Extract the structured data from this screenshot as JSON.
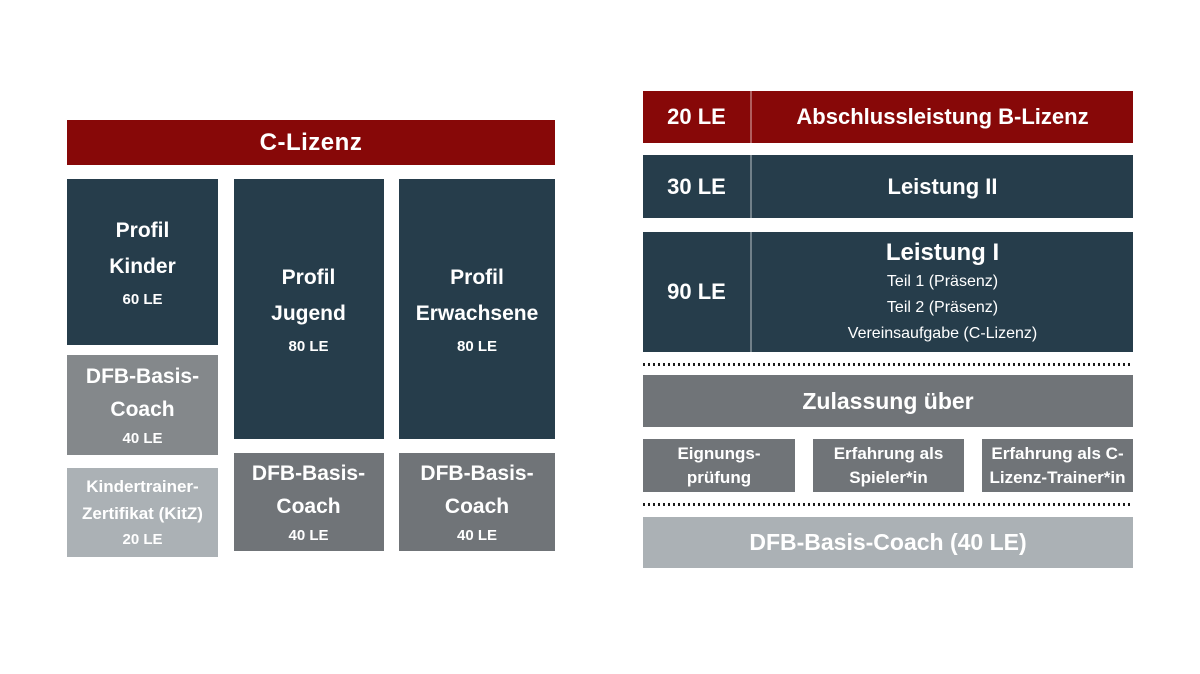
{
  "colors": {
    "red": "#870808",
    "slate": "#263D4B",
    "gray_dark": "#707478",
    "gray_medium": "#84888B",
    "gray_light": "#ABB1B5",
    "dotted": "#1A1A1A",
    "text": "#FFFFFF",
    "background": "#FFFFFF"
  },
  "left_panel": {
    "header": {
      "label": "C-Lizenz"
    },
    "columns": [
      {
        "profile": {
          "title_lines": [
            "Profil",
            "Kinder"
          ],
          "le": "60 LE"
        },
        "basis": {
          "lines": [
            "DFB-Basis-",
            "Coach"
          ],
          "le": "40 LE"
        },
        "certificate": {
          "lines": [
            "Kindertrainer-",
            "Zertifikat (KitZ)"
          ],
          "le": "20 LE"
        }
      },
      {
        "profile": {
          "title_lines": [
            "Profil",
            "Jugend"
          ],
          "le": "80 LE"
        },
        "basis": {
          "lines": [
            "DFB-Basis-",
            "Coach"
          ],
          "le": "40 LE"
        }
      },
      {
        "profile": {
          "title_lines": [
            "Profil",
            "Erwachsene"
          ],
          "le": "80 LE"
        },
        "basis": {
          "lines": [
            "DFB-Basis-",
            "Coach"
          ],
          "le": "40 LE"
        }
      }
    ]
  },
  "right_panel": {
    "rows": [
      {
        "le": "20 LE",
        "title": "Abschlussleistung B-Lizenz"
      },
      {
        "le": "30 LE",
        "title": "Leistung II"
      },
      {
        "le": "90 LE",
        "title": "Leistung I",
        "sub": [
          "Teil 1 (Präsenz)",
          "Teil 2 (Präsenz)",
          "Vereinsaufgabe (C-Lizenz)"
        ]
      }
    ],
    "admission": {
      "label": "Zulassung über"
    },
    "options": [
      {
        "lines": [
          "Eignungs-",
          "prüfung"
        ]
      },
      {
        "lines": [
          "Erfahrung als",
          "Spieler*in"
        ]
      },
      {
        "lines": [
          "Erfahrung als C-",
          "Lizenz-Trainer*in"
        ]
      }
    ],
    "base": {
      "label": "DFB-Basis-Coach (40 LE)"
    }
  }
}
